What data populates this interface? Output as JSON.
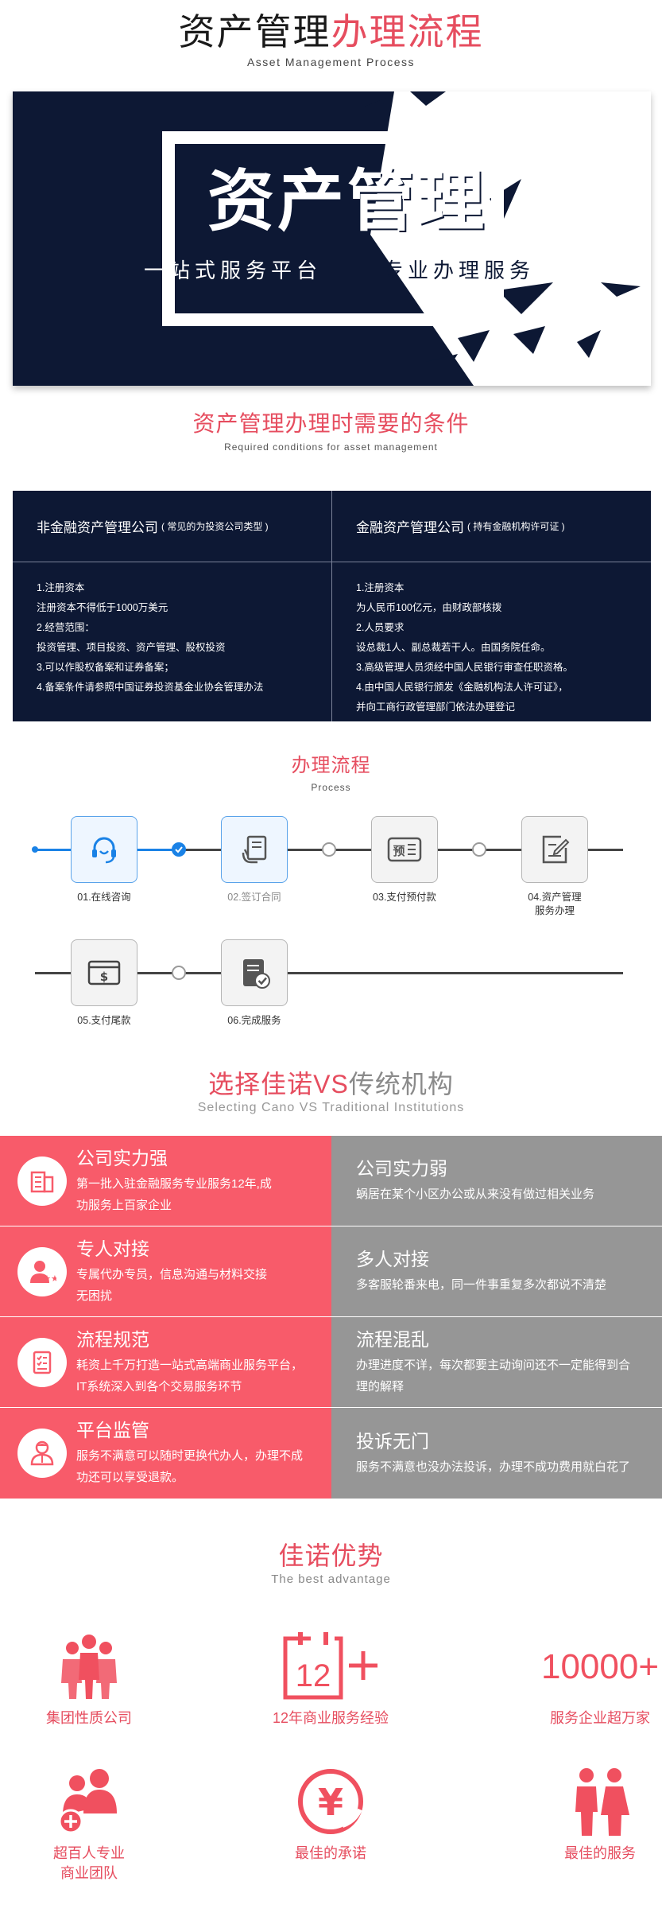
{
  "header": {
    "title_dark": "资产管理",
    "title_red": "办理流程",
    "subtitle": "Asset Management Process"
  },
  "banner": {
    "title": "资产管理",
    "slogan_left": "一站式服务平台",
    "slogan_right": "专业办理服务"
  },
  "conditions": {
    "title": "资产管理办理时需要的条件",
    "subtitle": "Required conditions for asset management",
    "columns": [
      {
        "heading": "非金融资产管理公司",
        "note": "( 常见的为投资公司类型 )",
        "lines": [
          "1.注册资本",
          "注册资本不得低于1000万美元",
          "2.经营范围：",
          "投资管理、项目投资、资产管理、股权投资",
          "3.可以作股权备案和证券备案；",
          "4.备案条件请参照中国证券投资基金业协会管理办法"
        ]
      },
      {
        "heading": "金融资产管理公司",
        "note": "( 持有金融机构许可证 )",
        "lines": [
          "1.注册资本",
          "为人民币100亿元，由财政部核拨",
          "2.人员要求",
          "设总裁1人、副总裁若干人。由国务院任命。",
          "3.高级管理人员须经中国人民银行审查任职资格。",
          "4.由中国人民银行颁发《金融机构法人许可证》，",
          "并向工商行政管理部门依法办理登记"
        ]
      }
    ]
  },
  "process": {
    "title": "办理流程",
    "subtitle": "Process",
    "steps": [
      {
        "label": "01.在线咨询",
        "icon": "headset-icon"
      },
      {
        "label": "02.签订合同",
        "icon": "sign-contract-icon"
      },
      {
        "label": "03.支付预付款",
        "icon": "prepay-icon",
        "icon_text": "预"
      },
      {
        "label": "04.资产管理服务办理",
        "label_line1": "04.资产管理",
        "label_line2": "服务办理",
        "icon": "edit-form-icon"
      },
      {
        "label": "05.支付尾款",
        "icon": "payment-card-icon"
      },
      {
        "label": "06.完成服务",
        "icon": "complete-document-icon"
      }
    ],
    "accent_color": "#1a82e6"
  },
  "compare": {
    "title_red": "选择佳诺VS",
    "title_gray": "传统机构",
    "subtitle": "Selecting Cano VS Traditional Institutions",
    "rows": [
      {
        "left_title": "公司实力强",
        "left_text": "第一批入驻金融服务专业服务12年,成功服务上百家企业",
        "left_icon": "building-icon",
        "right_title": "公司实力弱",
        "right_text": "蜗居在某个小区办公或从来没有做过相关业务"
      },
      {
        "left_title": "专人对接",
        "left_text": "专属代办专员，信息沟通与材料交接无困扰",
        "left_icon": "person-star-icon",
        "right_title": "多人对接",
        "right_text": "多客服轮番来电，同一件事重复多次都说不清楚"
      },
      {
        "left_title": "流程规范",
        "left_text": "耗资上千万打造一站式高端商业服务平台，IT系统深入到各个交易服务环节",
        "left_icon": "checklist-icon",
        "right_title": "流程混乱",
        "right_text": "办理进度不详，每次都要主动询问还不一定能得到合理的解释"
      },
      {
        "left_title": "平台监管",
        "left_text": "服务不满意可以随时更换代办人，办理不成功还可以享受退款。",
        "left_icon": "supervisor-icon",
        "right_title": "投诉无门",
        "right_text": "服务不满意也没办法投诉，办理不成功费用就白花了"
      }
    ],
    "left_color": "#f85b6a",
    "right_color": "#969696"
  },
  "advantage": {
    "title": "佳诺优势",
    "subtitle": "The best advantage",
    "items": [
      {
        "label": "集团性质公司",
        "icon": "group-people-icon"
      },
      {
        "label": "12年商业服务经验",
        "icon": "calendar-12-icon",
        "icon_text": "12"
      },
      {
        "label": "服务企业超万家",
        "big_number": "10000+"
      },
      {
        "label": "超百人专业商业团队",
        "label_line1": "超百人专业",
        "label_line2": "商业团队",
        "icon": "team-add-icon"
      },
      {
        "label": "最佳的承诺",
        "icon": "yuan-coin-icon",
        "icon_text": "¥"
      },
      {
        "label": "最佳的服务",
        "icon": "couple-service-icon"
      }
    ],
    "accent_color": "#f0505f"
  }
}
